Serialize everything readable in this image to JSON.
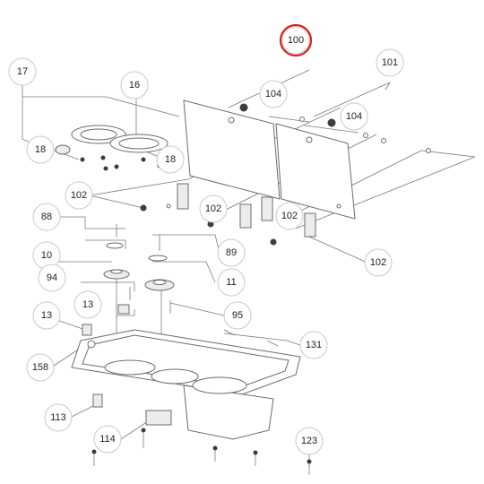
{
  "diagram": {
    "callouts": [
      {
        "id": "c100",
        "label": "100",
        "highlight": true
      },
      {
        "id": "c101",
        "label": "101",
        "highlight": false
      },
      {
        "id": "c104a",
        "label": "104",
        "highlight": false
      },
      {
        "id": "c104b",
        "label": "104",
        "highlight": false
      },
      {
        "id": "c17",
        "label": "17",
        "highlight": false
      },
      {
        "id": "c16",
        "label": "16",
        "highlight": false
      },
      {
        "id": "c18a",
        "label": "18",
        "highlight": false
      },
      {
        "id": "c18b",
        "label": "18",
        "highlight": false
      },
      {
        "id": "c102a",
        "label": "102",
        "highlight": false
      },
      {
        "id": "c102b",
        "label": "102",
        "highlight": false
      },
      {
        "id": "c102c",
        "label": "102",
        "highlight": false
      },
      {
        "id": "c102d",
        "label": "102",
        "highlight": false
      },
      {
        "id": "c88",
        "label": "88",
        "highlight": false
      },
      {
        "id": "c89",
        "label": "89",
        "highlight": false
      },
      {
        "id": "c10",
        "label": "10",
        "highlight": false
      },
      {
        "id": "c11",
        "label": "11",
        "highlight": false
      },
      {
        "id": "c94",
        "label": "94",
        "highlight": false
      },
      {
        "id": "c13a",
        "label": "13",
        "highlight": false
      },
      {
        "id": "c13b",
        "label": "13",
        "highlight": false
      },
      {
        "id": "c95",
        "label": "95",
        "highlight": false
      },
      {
        "id": "c131",
        "label": "131",
        "highlight": false
      },
      {
        "id": "c158",
        "label": "158",
        "highlight": false
      },
      {
        "id": "c113",
        "label": "113",
        "highlight": false
      },
      {
        "id": "c114",
        "label": "114",
        "highlight": false
      },
      {
        "id": "c123",
        "label": "123",
        "highlight": false
      }
    ],
    "colors": {
      "highlight": "#d61f1f",
      "line": "#7a7a7a",
      "callout_border": "#c9c9c9"
    }
  }
}
